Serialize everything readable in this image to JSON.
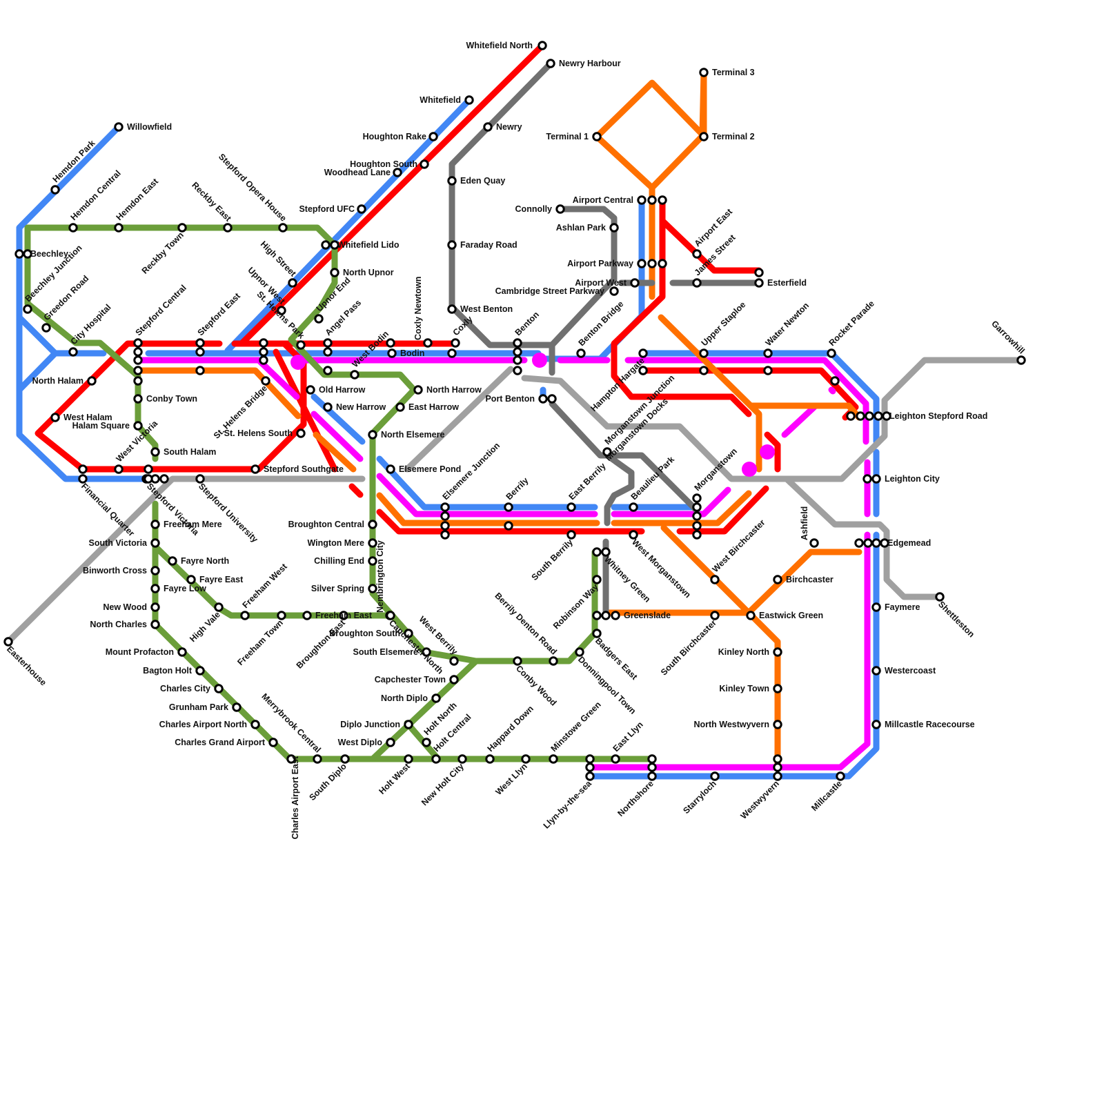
{
  "lines": [
    {
      "name": "blue",
      "color": "#4287f5"
    },
    {
      "name": "red",
      "color": "#ff0000"
    },
    {
      "name": "magenta",
      "color": "#ff00ff"
    },
    {
      "name": "orange",
      "color": "#ff7000"
    },
    {
      "name": "green",
      "color": "#6b9e3a"
    },
    {
      "name": "dark-grey",
      "color": "#707070"
    },
    {
      "name": "light-grey",
      "color": "#a0a0a0"
    }
  ],
  "stations": [
    "Whitefield North",
    "Newry Harbour",
    "Whitefield",
    "Newry",
    "Houghton Rake",
    "Houghton South",
    "Woodhead Lane",
    "Stepford UFC",
    "Eden Quay",
    "Terminal 1",
    "Terminal 3",
    "Terminal 2",
    "Willowfield",
    "Hemdon Park",
    "Hemdon Central",
    "Hemdon East",
    "Reckby Town",
    "Reckby East",
    "Stepford Opera House",
    "Beechley",
    "Beechley Junction",
    "Greedon Road",
    "City Hospital",
    "Stepford Central",
    "Stepford East",
    "High Street",
    "Upnor West",
    "St. Helens Park",
    "Whitefield Lido",
    "North Upnor",
    "Upnor End",
    "Angel Pass",
    "West Bodin",
    "Bodin",
    "Coxly Newtown",
    "Coxly",
    "Benton",
    "Faraday Road",
    "West Benton",
    "Connolly",
    "Ashlan Park",
    "Airport Central",
    "Airport Parkway",
    "Airport West",
    "Cambridge Street Parkway",
    "Benton Bridge",
    "Airport East",
    "James Street",
    "Esterfield",
    "Upper Staploe",
    "Water Newton",
    "Rocket Parade",
    "Garrowhill",
    "North Halam",
    "Conby Town",
    "West Halam",
    "Halam Square",
    "St. Helens Bridge",
    "St. Helens South",
    "Old Harrow",
    "New Harrow",
    "North Harrow",
    "East Harrow",
    "North Elsemere",
    "Port Benton",
    "Hampton Hargate",
    "Morganstown Docks",
    "Leighton Stepford Road",
    "West Victoria",
    "South Halam",
    "Stepford Southgate",
    "Elsemere Pond",
    "Morganstown Junction",
    "Leighton City",
    "Financial Quarter",
    "Stepford Victoria",
    "Stepford University",
    "Elsemere Junction",
    "Berrily",
    "East Berrily",
    "Beaulieu Park",
    "Morganstown",
    "Broughton Central",
    "Freeham Mere",
    "South Victoria",
    "Wington Mere",
    "South Berrily",
    "West Morganstown",
    "Ashfield",
    "Edgemead",
    "Chilling End",
    "Fayre North",
    "Fayre East",
    "Binworth Cross",
    "Whitney Green",
    "West Birchcaster",
    "Birchcaster",
    "Silver Spring",
    "Fayre Low",
    "Robinson Way",
    "Nembrington City",
    "New Wood",
    "High Vale",
    "Freeham West",
    "Faymere",
    "Shettleston",
    "North Charles",
    "Freeham Town",
    "Freeham East",
    "Broughton East",
    "Capchester North",
    "Greenslade",
    "South Birchcaster",
    "Eastwick Green",
    "Broughton South",
    "Mount Profacton",
    "South Elsemere",
    "West Berrily",
    "Berrily Denton Road",
    "Badgers East",
    "Kinley North",
    "Bagton Holt",
    "Conby Wood",
    "Donningpool Town",
    "Westercoast",
    "Easterhouse",
    "Charles City",
    "Capchester Town",
    "Kinley Town",
    "Grunham Park",
    "North Diplo",
    "Merrybrook Central",
    "Charles Airport North",
    "Diplo Junction",
    "Holt North",
    "Holt Central",
    "Minstowe Green",
    "North Westwyvern",
    "Millcastle Racecourse",
    "Charles Grand Airport",
    "West Diplo",
    "Happard Down",
    "East Llyn",
    "Charles Airport East",
    "South Diplo",
    "Holt West",
    "New Holt City",
    "West Llyn",
    "Llyn-by-the-sea",
    "Northshore",
    "Starryloch",
    "Westwyvern",
    "Millcastle"
  ]
}
